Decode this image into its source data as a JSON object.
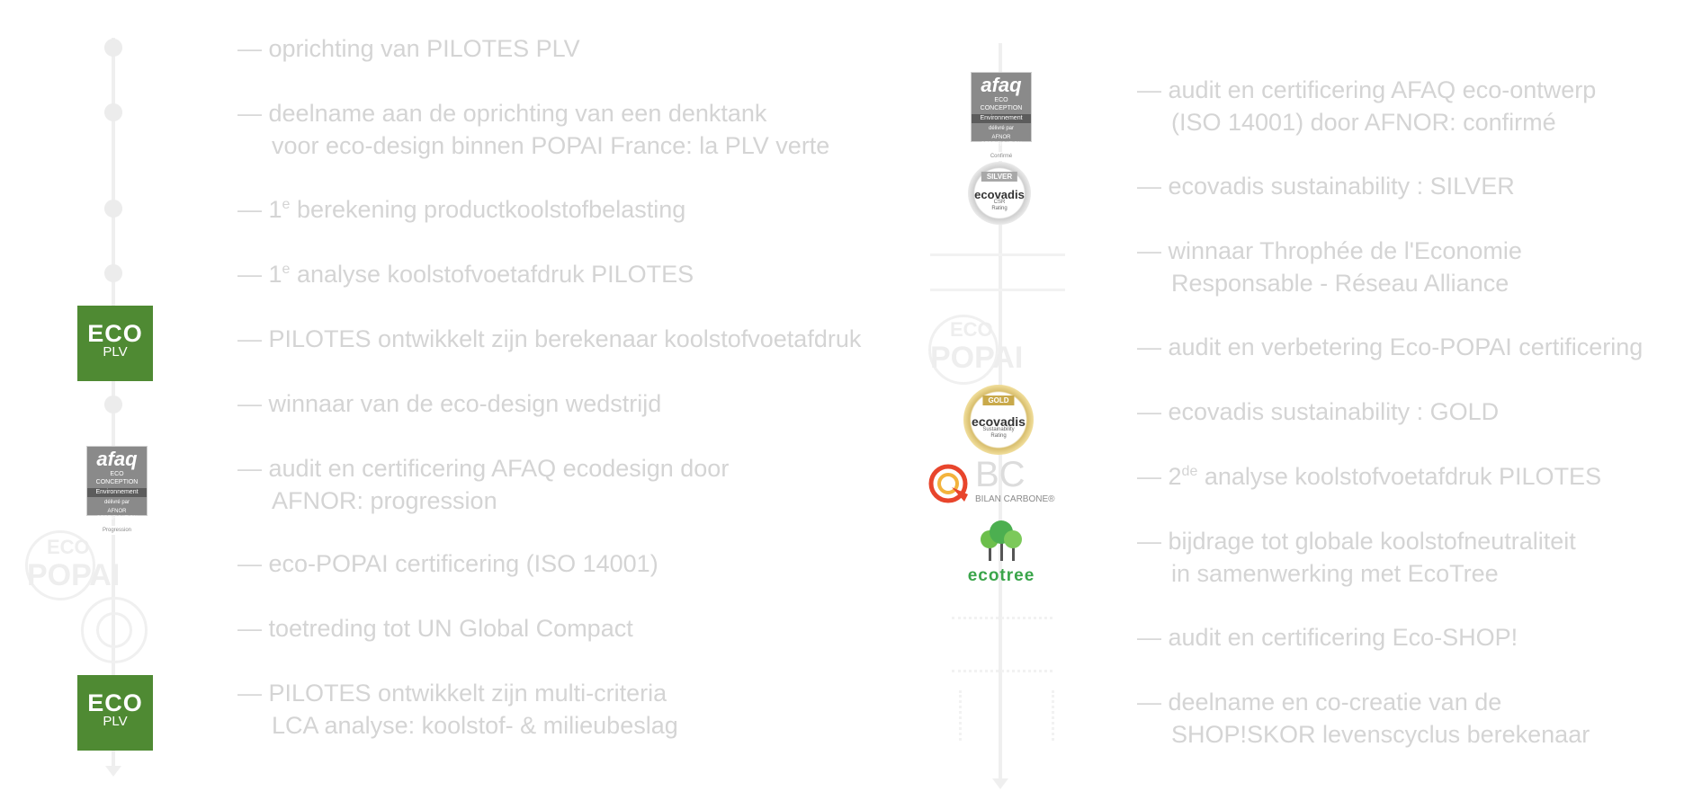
{
  "left_timeline": [
    {
      "lines": [
        "oprichting van PILOTES PLV"
      ]
    },
    {
      "lines": [
        "deelname aan de oprichting van een denktank",
        "voor eco-design binnen POPAI France: la PLV verte"
      ]
    },
    {
      "sup_prefix": "1",
      "sup": "e",
      "lines": [
        " berekening productkoolstofbelasting"
      ]
    },
    {
      "sup_prefix": "1",
      "sup": "e",
      "lines": [
        " analyse koolstofvoetafdruk PILOTES"
      ]
    },
    {
      "lines": [
        "PILOTES ontwikkelt zijn berekenaar koolstofvoetafdruk"
      ]
    },
    {
      "lines": [
        "winnaar van de eco-design wedstrijd"
      ]
    },
    {
      "lines": [
        "audit en certificering AFAQ ecodesign door",
        "AFNOR: progression"
      ]
    },
    {
      "lines": [
        "eco-POPAI certificering (ISO 14001)"
      ]
    },
    {
      "lines": [
        "toetreding tot UN Global Compact"
      ]
    },
    {
      "lines": [
        "PILOTES ontwikkelt zijn multi-criteria",
        "LCA analyse: koolstof- & milieubeslag"
      ]
    }
  ],
  "right_timeline": [
    {
      "lines": [
        "audit en certificering AFAQ eco-ontwerp",
        "(ISO 14001) door AFNOR: confirmé"
      ]
    },
    {
      "lines": [
        "ecovadis sustainability : SILVER"
      ]
    },
    {
      "lines": [
        "winnaar Throphée de l'Economie",
        "Responsable - Réseau Alliance"
      ]
    },
    {
      "lines": [
        "audit en verbetering Eco-POPAI certificering"
      ]
    },
    {
      "lines": [
        " ecovadis sustainability : GOLD"
      ]
    },
    {
      "sup_prefix": "2",
      "sup": "de",
      "lines": [
        " analyse koolstofvoetafdruk PILOTES"
      ]
    },
    {
      "lines": [
        " bijdrage tot globale koolstofneutraliteit",
        " in samenwerking met EcoTree"
      ]
    },
    {
      "lines": [
        "audit en certificering Eco-SHOP!"
      ]
    },
    {
      "lines": [
        "deelname en co-creatie van de",
        "SHOP!SKOR levenscyclus berekenaar"
      ]
    }
  ],
  "dash": "—",
  "logos": {
    "eco_plv": {
      "big": "ECO",
      "small": "PLV",
      "color": "#4f8a33"
    },
    "afaq": {
      "brand": "afaq",
      "line1": "ECO",
      "line2": "CONCEPTION",
      "band": "Environnement",
      "line3": "délivré par",
      "line4": "AFNOR CERTIFICATION"
    },
    "afaq_left_status": "Progression",
    "afaq_right_status": "Confirmé",
    "ecovadis_silver": {
      "ribbon": "SILVER",
      "name": "ecovadis",
      "sub1": "CSR",
      "sub2": "Rating",
      "color": "#a8a8a8"
    },
    "ecovadis_gold": {
      "ribbon": "GOLD",
      "name": "ecovadis",
      "sub1": "Sustainability",
      "sub2": "Rating",
      "color": "#c9a94a"
    },
    "eco_popai": {
      "top": "ECO",
      "bottom": "POPAI"
    },
    "bilan_carbone": {
      "letters": "BC",
      "caption": "BILAN CARBONE",
      "mark": "®",
      "accent": "#e8452c"
    },
    "ecotree": {
      "word": "ecotree",
      "color": "#3aa54a"
    }
  }
}
